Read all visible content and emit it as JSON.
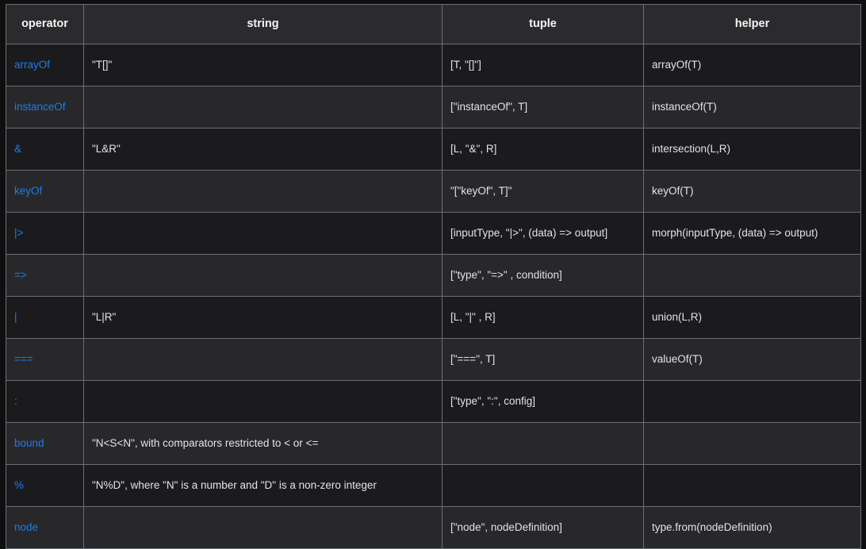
{
  "table": {
    "name": "operator-reference-table",
    "columns": [
      {
        "key": "operator",
        "label": "operator"
      },
      {
        "key": "string",
        "label": "string"
      },
      {
        "key": "tuple",
        "label": "tuple"
      },
      {
        "key": "helper",
        "label": "helper"
      }
    ],
    "rows": [
      {
        "operator": "arrayOf",
        "string": "\"T[]\"",
        "tuple": "[T, \"[]\"]",
        "helper": "arrayOf(T)"
      },
      {
        "operator": "instanceOf",
        "string": "",
        "tuple": "[\"instanceOf\", T]",
        "helper": "instanceOf(T)"
      },
      {
        "operator": "&",
        "string": "\"L&R\"",
        "tuple": "[L, \"&\", R]",
        "helper": "intersection(L,R)"
      },
      {
        "operator": "keyOf",
        "string": "",
        "tuple": "\"[\"keyOf\", T]\"",
        "helper": "keyOf(T)"
      },
      {
        "operator": "|>",
        "string": "",
        "tuple": "[inputType, \"|>\", (data) => output]",
        "helper": "morph(inputType, (data) => output)"
      },
      {
        "operator": "=>",
        "string": "",
        "tuple": "[\"type\", \"=>\" , condition]",
        "helper": ""
      },
      {
        "operator": "|",
        "string": "\"L|R\"",
        "tuple": "[L, \"|\" , R]",
        "helper": "union(L,R)"
      },
      {
        "operator": "===",
        "string": "",
        "tuple": "[\"===\", T]",
        "helper": "valueOf(T)"
      },
      {
        "operator": ":",
        "string": "",
        "tuple": "[\"type\", \":\", config]",
        "helper": ""
      },
      {
        "operator": "bound",
        "string": "\"N<S<N\", with comparators restricted to < or <=",
        "tuple": "",
        "helper": ""
      },
      {
        "operator": "%",
        "string": "\"N%D\", where \"N\" is a number and \"D\" is a non-zero integer",
        "tuple": "",
        "helper": ""
      },
      {
        "operator": "node",
        "string": "",
        "tuple": "[\"node\", nodeDefinition]",
        "helper": "type.from(nodeDefinition)"
      }
    ]
  },
  "colors": {
    "page_background": "#0f0f10",
    "header_background": "#2b2b2e",
    "row_odd_background": "#1b1b1d",
    "row_even_background": "#28282b",
    "border": "#6a6f75",
    "text": "#e3e3e5",
    "link_accent": "#1a7cf0"
  }
}
